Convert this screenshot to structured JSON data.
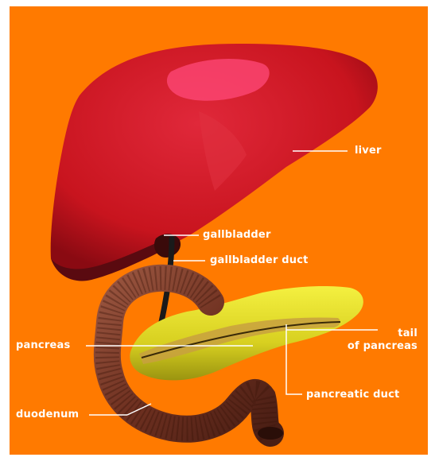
{
  "colors": {
    "background": "#ff7a00",
    "liver": "#c8141e",
    "liver_highlight": "#ff5a8a",
    "pancreas": "#e8e020",
    "duodenum": "#7a3a28",
    "duct": "#1a1a1a",
    "leader_line": "#ffffff"
  },
  "labels": {
    "liver": "liver",
    "gallbladder": "gallbladder",
    "gallbladder_duct": "gallbladder duct",
    "pancreas": "pancreas",
    "tail_line1": "tail",
    "tail_line2": "of pancreas",
    "pancreatic_duct": "pancreatic duct",
    "duodenum": "duodenum"
  }
}
